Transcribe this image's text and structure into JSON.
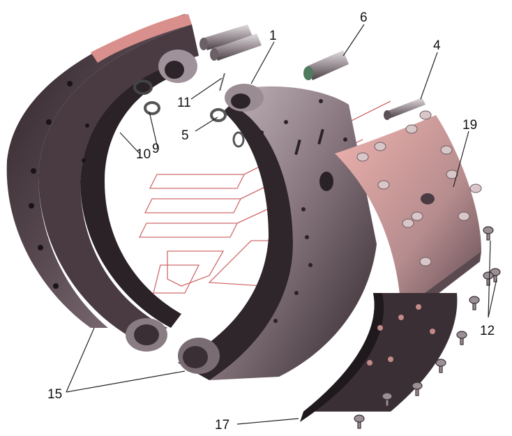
{
  "callouts": {
    "c1": "1",
    "c4": "4",
    "c5": "5",
    "c6": "6",
    "c9": "9",
    "c10": "10",
    "c11": "11",
    "c12": "12",
    "c15": "15",
    "c17": "17",
    "c19": "19"
  },
  "colors": {
    "shoe_dark": "#3a2f35",
    "shoe_mid": "#6b5a63",
    "shoe_light": "#b3a5ac",
    "lining_pink": "#e8a7a3",
    "logo_line": "#d06a6a",
    "leader": "#222222"
  }
}
